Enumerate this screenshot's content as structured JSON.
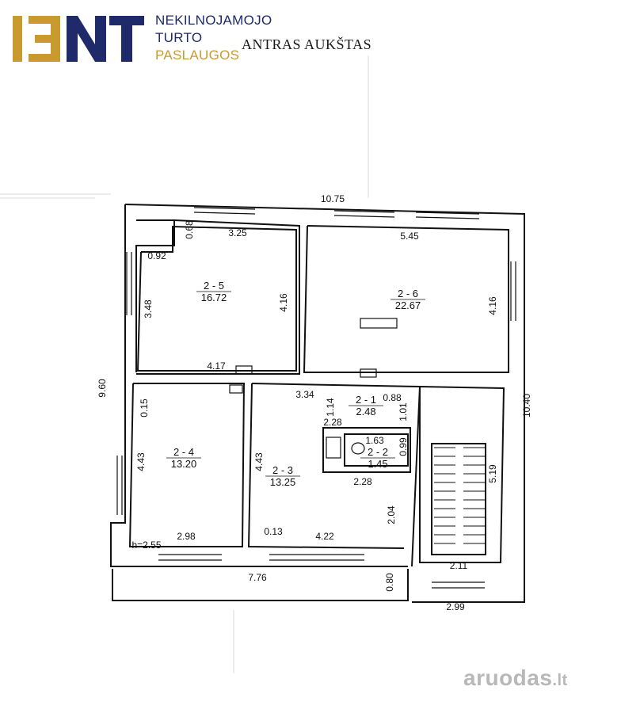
{
  "company": {
    "logo_mark": "13NT",
    "line1": "NEKILNOJAMOJO",
    "line2": "TURTO",
    "line3": "PASLAUGOS",
    "colors": {
      "navy": "#1f2a6b",
      "gold": "#c99a2e"
    }
  },
  "plan": {
    "title": "ANTRAS AUKŠTAS",
    "rooms": [
      {
        "id": "2 - 5",
        "area": "16.72"
      },
      {
        "id": "2 - 6",
        "area": "22.67"
      },
      {
        "id": "2 - 4",
        "area": "13.20"
      },
      {
        "id": "2 - 3",
        "area": "13.25"
      },
      {
        "id": "2 - 1",
        "area": "2.48"
      },
      {
        "id": "2 - 2",
        "area": "1.45"
      }
    ],
    "dimensions": [
      "10.75",
      "0.68",
      "3.25",
      "5.45",
      "0.92",
      "3.48",
      "4.16",
      "4.16",
      "4.17",
      "9.60",
      "10.40",
      "3.34",
      "0.88",
      "0.15",
      "1.14",
      "1.01",
      "2.28",
      "1.63",
      "0.99",
      "2.28",
      "4.43",
      "4.43",
      "5.19",
      "2.04",
      "0.13",
      "2.98",
      "4.22",
      "2.11",
      "h=2.55",
      "7.76",
      "0.80",
      "2.99"
    ]
  },
  "watermark": {
    "text": "aruodas",
    "suffix": ".lt",
    "color": "#b8b8b8"
  }
}
